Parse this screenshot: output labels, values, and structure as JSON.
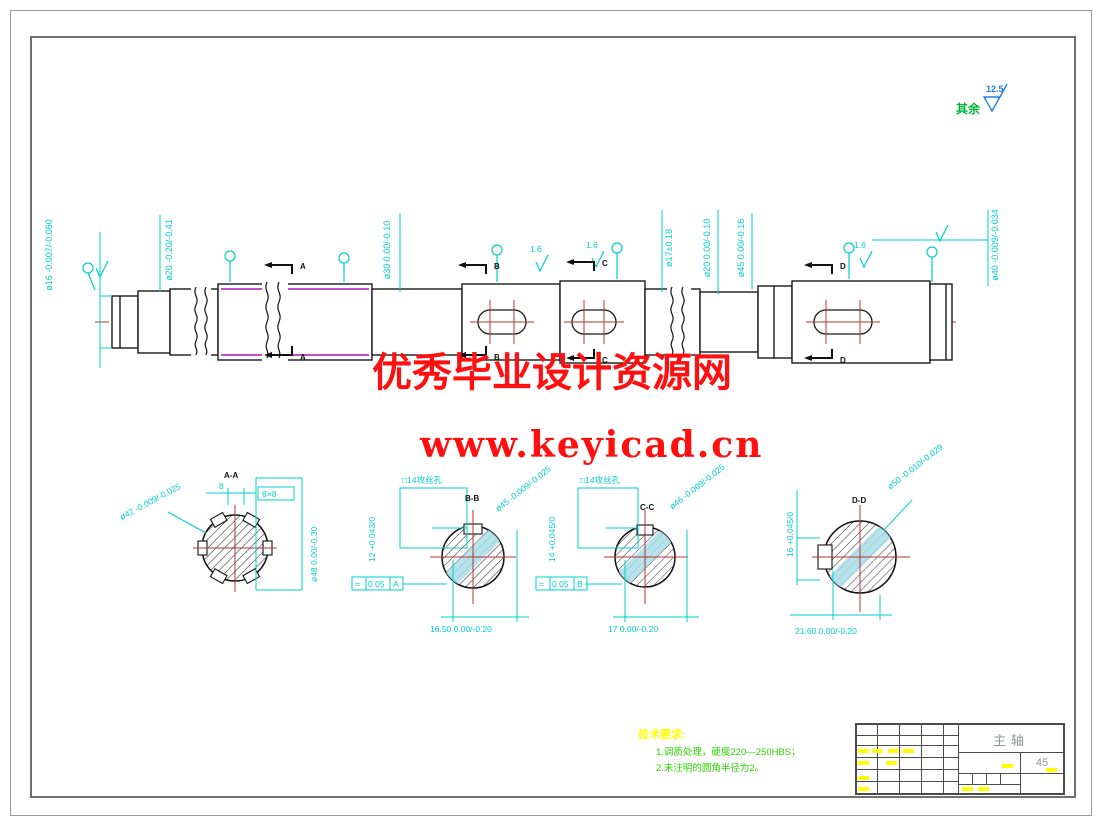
{
  "surface_note": {
    "label": "其余",
    "value": "12.5"
  },
  "watermark": {
    "line1": "优秀毕业设计资源网",
    "line2": "www.keyicad.cn"
  },
  "dims": {
    "d16": "ø16 -0.007/-0.060",
    "d20l": "ø20 -0.20/-0.41",
    "d30": "ø30 0.00/-0.10",
    "d17": "ø17±0.18",
    "d20r": "ø20 0.00/-0.10",
    "d45": "ø45 0.00/-0.16",
    "d40": "ø40 -0.009/-0.034"
  },
  "marks": {
    "a": "A",
    "b": "B",
    "c": "C",
    "d": "D"
  },
  "rough": {
    "v": "1.6"
  },
  "sections": {
    "aa": {
      "title": "A-A",
      "top_dim": "8",
      "box": "6×8",
      "diag": "ø42 -0.009/-0.025",
      "side": "ø48 0.00/-0.30"
    },
    "bb": {
      "title": "B-B",
      "top_label": "□14攻丝孔",
      "width": "12 +0.043/0",
      "gtol": [
        "=",
        "0.05",
        "A"
      ],
      "diag": "ø45 -0.009/-0.025",
      "bottom": "16.50 0.00/-0.20"
    },
    "cc": {
      "title": "C-C",
      "top_label": "□14攻丝孔",
      "width": "14 +0.045/0",
      "gtol": [
        "=",
        "0.05",
        "B"
      ],
      "diag": "ø46 -0.009/-0.025",
      "bottom": "17 0.00/-0.20"
    },
    "dd": {
      "title": "D-D",
      "width": "16 +0.045/0",
      "diag": "ø50 -0.010/-0.029",
      "bottom": "21.60 0.00/-0.20"
    }
  },
  "tech": {
    "title": "技术要求:",
    "line1": "1.调质处理，硬度220—250HBS；",
    "line2": "2.未注明的圆角半径为2。"
  },
  "title_block": {
    "part_name": "主轴",
    "material": "45"
  }
}
